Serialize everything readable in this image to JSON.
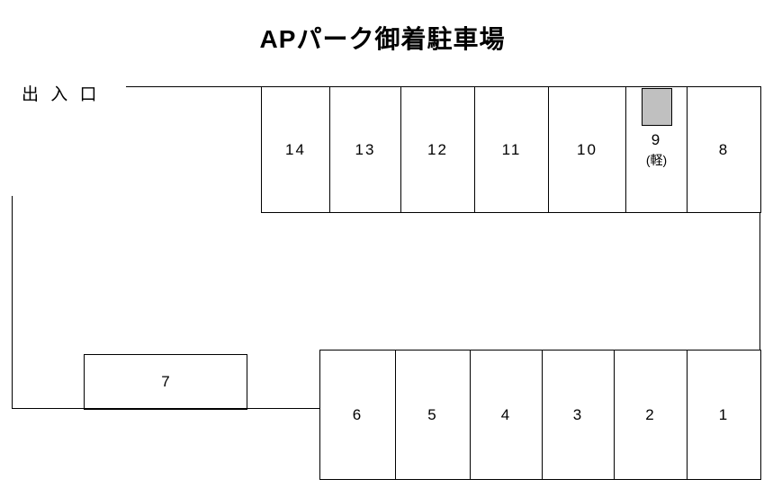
{
  "title": "APパーク御着駐車場",
  "entrance_label": "出 入 口",
  "colors": {
    "line": "#000000",
    "background": "#ffffff",
    "marker_fill": "#c0c0c0"
  },
  "top_row": {
    "spaces": [
      {
        "label": "14"
      },
      {
        "label": "13"
      },
      {
        "label": "12"
      },
      {
        "label": "11"
      },
      {
        "label": "10"
      },
      {
        "label": "9",
        "sublabel": "(軽)",
        "marker": true
      },
      {
        "label": "8"
      }
    ]
  },
  "bottom_row": {
    "spaces": [
      {
        "label": "6"
      },
      {
        "label": "5"
      },
      {
        "label": "4"
      },
      {
        "label": "3"
      },
      {
        "label": "2"
      },
      {
        "label": "1"
      }
    ]
  },
  "side_space": {
    "label": "7"
  }
}
